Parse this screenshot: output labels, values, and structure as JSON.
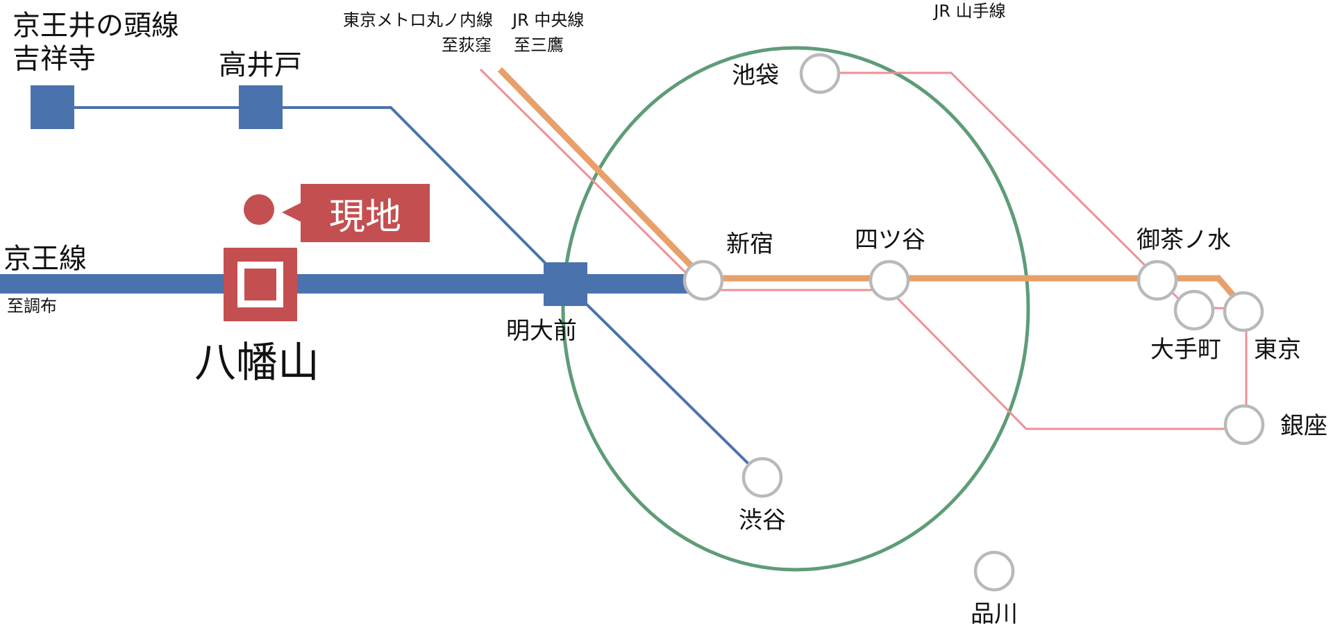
{
  "colors": {
    "keio": "#4a72ad",
    "yamanote": "#5e9c77",
    "chuo": "#e8a06b",
    "metro_marunouchi": "#ef8f96",
    "site_marker": "#c44f50",
    "station_ring": "#b9b9b9"
  },
  "lines": {
    "yamanote": "JR 山手線",
    "keio": "京王線",
    "keio_direction": "至調布",
    "inokashira_line": "京王井の頭線",
    "inokashira_terminus": "吉祥寺",
    "marunouchi_line": "東京メトロ丸ノ内線",
    "marunouchi_direction": "至荻窪",
    "chuo_line": "JR 中央線",
    "chuo_direction": "至三鷹"
  },
  "stations": {
    "takaido": "高井戸",
    "meidaimae": "明大前",
    "hachimanyama": "八幡山",
    "shinjuku": "新宿",
    "yotsuya": "四ツ谷",
    "ochanomizu": "御茶ノ水",
    "otemachi": "大手町",
    "tokyo": "東京",
    "ginza": "銀座",
    "ikebukuro": "池袋",
    "shibuya": "渋谷",
    "shinagawa": "品川"
  },
  "site": {
    "label": "現地"
  }
}
